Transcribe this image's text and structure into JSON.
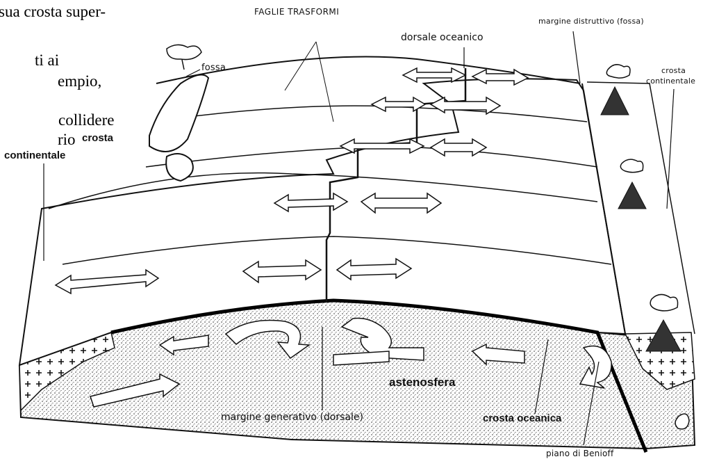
{
  "side_text": {
    "lines": [
      "sua crosta super-",
      "ti ai",
      "empio,",
      "collidere",
      "rio"
    ]
  },
  "labels": {
    "faglie_trasformi": "FAGLIE TRASFORMI",
    "dorsale_oceanico": "dorsale oceanico",
    "margine_distruttivo": "margine distruttivo (fossa)",
    "fossa": "fossa",
    "crosta_continentale_left_1": "crosta",
    "crosta_continentale_left_2": "continentale",
    "crosta_continentale_right_1": "crosta",
    "crosta_continentale_right_2": "continentale",
    "astenosfera": "astenosfera",
    "margine_generativo": "margine generativo (dorsale)",
    "crosta_oceanica": "crosta oceanica",
    "piano_di_benioff": "piano di Benioff"
  }
}
